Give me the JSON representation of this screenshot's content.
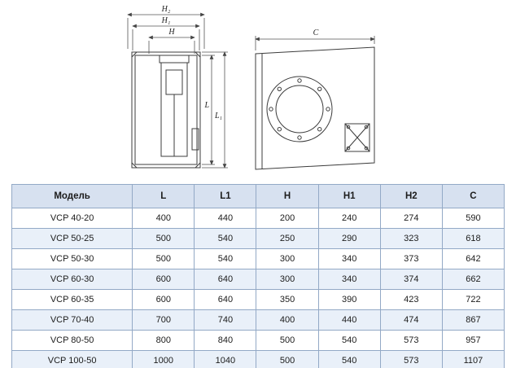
{
  "drawing": {
    "labels": {
      "h2": "H₂",
      "h1": "H₁",
      "h": "H",
      "l": "L",
      "l1": "L₁",
      "c": "C"
    }
  },
  "table": {
    "headers": [
      "Модель",
      "L",
      "L1",
      "H",
      "H1",
      "H2",
      "C"
    ],
    "rows": [
      [
        "VCP 40-20",
        "400",
        "440",
        "200",
        "240",
        "274",
        "590"
      ],
      [
        "VCP 50-25",
        "500",
        "540",
        "250",
        "290",
        "323",
        "618"
      ],
      [
        "VCP 50-30",
        "500",
        "540",
        "300",
        "340",
        "373",
        "642"
      ],
      [
        "VCP 60-30",
        "600",
        "640",
        "300",
        "340",
        "374",
        "662"
      ],
      [
        "VCP 60-35",
        "600",
        "640",
        "350",
        "390",
        "423",
        "722"
      ],
      [
        "VCP 70-40",
        "700",
        "740",
        "400",
        "440",
        "474",
        "867"
      ],
      [
        "VCP 80-50",
        "800",
        "840",
        "500",
        "540",
        "573",
        "957"
      ],
      [
        "VCP 100-50",
        "1000",
        "1040",
        "500",
        "540",
        "573",
        "1107"
      ]
    ]
  },
  "colors": {
    "header_bg": "#d7e1f0",
    "row_alt_bg": "#e9f0f9",
    "table_border": "#93a9c6",
    "line_color": "#3c3c3c"
  }
}
